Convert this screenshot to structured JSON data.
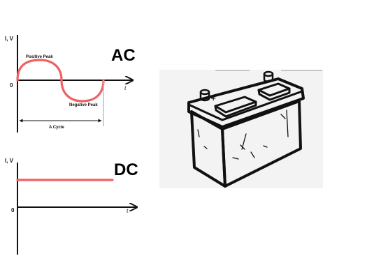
{
  "ac": {
    "axis_label": "I, V",
    "origin_label": "0",
    "time_label": "t",
    "title": "AC",
    "positive_peak": "Positive Peak",
    "negative_peak": "Negative Peak",
    "cycle_label": "A Cycle"
  },
  "dc": {
    "axis_label": "I, V",
    "origin_label": "0",
    "time_label": "t",
    "title": "DC"
  },
  "battery": {
    "terminal_label": "+"
  },
  "colors": {
    "signal": "#f06262",
    "cycle_marker": "#7ec8e3",
    "ink": "#111111"
  }
}
